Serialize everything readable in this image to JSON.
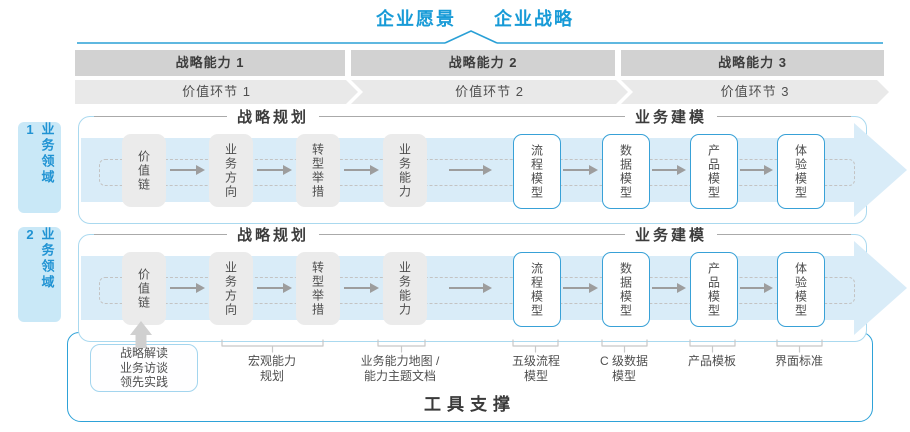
{
  "title": {
    "vision": "企业愿景",
    "strategy": "企业战略"
  },
  "capabilities": [
    "战略能力 1",
    "战略能力 2",
    "战略能力 3"
  ],
  "value_links": [
    "价值环节 1",
    "价值环节 2",
    "价值环节 3"
  ],
  "domains": [
    "业务领域 1",
    "业务领域 2"
  ],
  "phases": {
    "planning": "战略规划",
    "modeling": "业务建模"
  },
  "modules": [
    "价值链",
    "业务方向",
    "转型举措",
    "业务能力",
    "流程模型",
    "数据模型",
    "产品模型",
    "体验模型"
  ],
  "annotations": {
    "practice_box": "战略解读\n业务访谈\n领先实践",
    "notes": [
      "宏观能力\n规划",
      "业务能力地图 /\n能力主题文档",
      "五级流程\n模型",
      "C 级数据\n模型",
      "产品模板",
      "界面标准"
    ]
  },
  "footer": {
    "tool_support": "工具支撑"
  },
  "colors": {
    "accent_blue": "#189bd7",
    "frame_blue": "#2ea2d8",
    "row_border_blue": "#aad9ef",
    "module_border_blue": "#38a1d7",
    "band_blue": "#d9ecf8",
    "domain_bg_blue": "#c9e8f7",
    "capability_gray": "#d2d2d2",
    "value_gray": "#e9e9e9",
    "module_gray": "#ebebeb",
    "arrow_gray": "#9d9d9d",
    "text_dark": "#3c3c3c"
  }
}
